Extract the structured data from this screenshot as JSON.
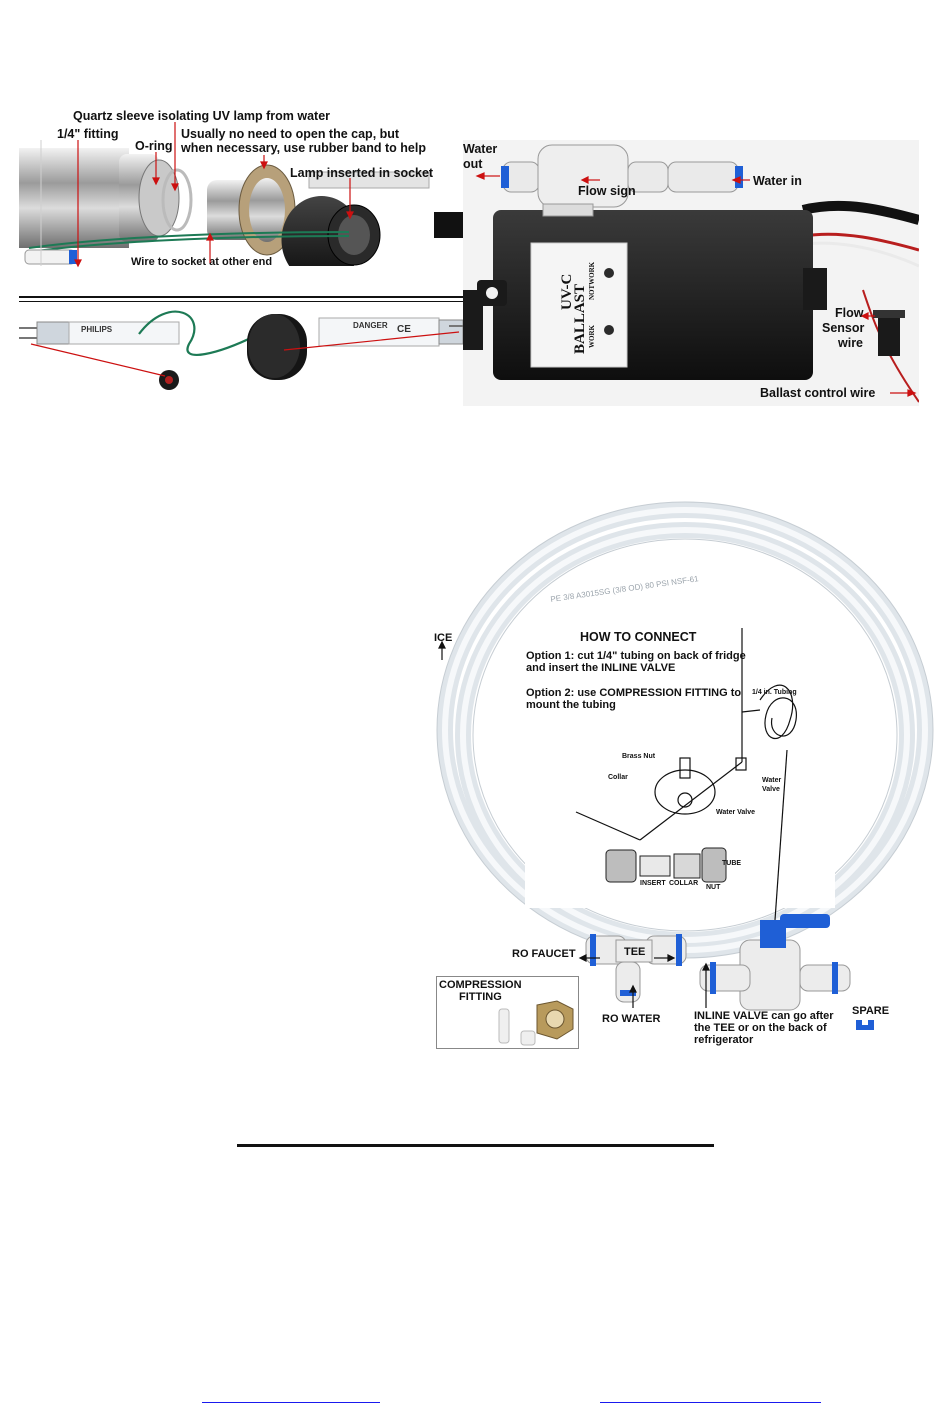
{
  "lamp_panel": {
    "quartz_sleeve": "Quartz sleeve isolating UV lamp from water",
    "fitting": "1/4\" fitting",
    "o_ring": "O-ring",
    "cap_note_1": "Usually no need to open the cap, but",
    "cap_note_2": "when necessary, use rubber band to help",
    "lamp_inserted": "Lamp inserted in socket",
    "wire_to_socket": "Wire to socket at other end",
    "lamp_brand": "PHILIPS",
    "danger_label": "DANGER",
    "ce_mark": "CE"
  },
  "ballast_panel": {
    "water_out_1": "Water",
    "water_out_2": "out",
    "water_in": "Water in",
    "flow_sign": "Flow sign",
    "ballast_title_1": "UV-C",
    "ballast_title_2": "BALLAST",
    "notwork": "NOTWORK",
    "work": "WORK",
    "flow_sensor_1": "Flow",
    "flow_sensor_2": "Sensor",
    "flow_sensor_3": "wire",
    "ballast_control": "Ballast control wire"
  },
  "kit_panel": {
    "ice": "ICE",
    "how_to": "HOW TO CONNECT",
    "option1_1": "Option 1: cut 1/4\" tubing on back of fridge",
    "option1_2": "and insert the INLINE VALVE",
    "option2_1": "Option 2: use COMPRESSION FITTING to",
    "option2_2": "mount the tubing",
    "tubing": "1/4 in. Tubing",
    "brass_nut": "Brass Nut",
    "collar": "Collar",
    "water_valve_1": "Water",
    "water_valve_2": "Valve",
    "water_valve_3": "Water Valve",
    "tube": "TUBE",
    "insert": "INSERT",
    "collar2": "COLLAR",
    "nut": "NUT",
    "ro_faucet": "RO FAUCET",
    "tee": "TEE",
    "ro_water": "RO WATER",
    "comp_1": "COMPRESSION",
    "comp_2": "FITTING",
    "inline_1": "INLINE VALVE can go after",
    "inline_2": "the TEE or on the back of",
    "inline_3": "refrigerator",
    "spare": "SPARE",
    "tube_print": "PE 3/8 A3015SG (3/8 OD) 80 PSI NSF-61"
  },
  "colors": {
    "link": "#1a1aee",
    "valve_blue": "#1f5fd6",
    "tube_white": "#eef1f3",
    "ballast_black": "#1c1c1c",
    "arrow_red": "#cc1010"
  }
}
